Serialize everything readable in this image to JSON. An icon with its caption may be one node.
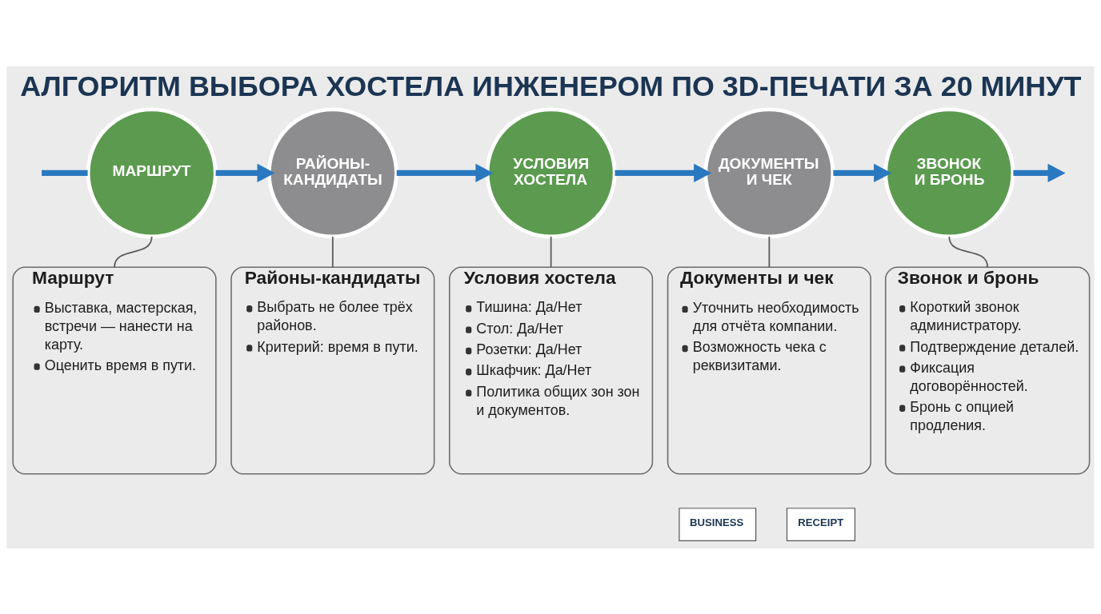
{
  "diagram": {
    "title": "АЛГОРИТМ ВЫБОРА ХОСТЕЛА ИНЖЕНЕРОМ ПО 3D-ПЕЧАТИ ЗА 20 МИНУТ",
    "nodes": [
      {
        "text": [
          "МАРШРУТ"
        ]
      },
      {
        "text": [
          "РАЙОНЫ-КАНДИДАТЫ"
        ]
      },
      {
        "text": [
          "УСЛОВИЯ ХОСТЕЛА"
        ]
      },
      {
        "text": [
          "ДОКУМЕНТЫ И ЧЕК"
        ]
      },
      {
        "text": [
          "ЗВОНОК И БРОНЬ"
        ]
      },
      {
        "text": [
          "Маршрут",
          "Выставка, мастерская, встречи — нанести на карту.",
          "Оценить время в пути."
        ]
      },
      {
        "text": [
          "Районы-кандидаты",
          "Выбрать не более трёх районов.",
          "Критерий: время в пути."
        ]
      },
      {
        "text": [
          "Условия хостела",
          "Тишина: Да/Нет",
          "Стол: Да/Нет",
          "Розетки: Да/Нет",
          "Шкафчик: Да/Нет",
          "Политика общих зон зон и документов."
        ]
      },
      {
        "text": [
          "Документы и чек",
          "Уточнить необходимость для отчёта компании.",
          "Возможность чека с реквизитами."
        ]
      },
      {
        "text": [
          "Звонок и бронь",
          "Короткий звонок администратору.",
          "Подтверждение деталей.",
          "Фиксация договорённостей.",
          "Бронь с опцией продления."
        ]
      }
    ],
    "edges": [
      {
        "from": null,
        "to": 0,
        "arrow": "none"
      },
      {
        "from": 0,
        "to": 1,
        "arrow": "to"
      },
      {
        "from": 1,
        "to": 2,
        "arrow": "to"
      },
      {
        "from": 2,
        "to": 3,
        "arrow": "to"
      },
      {
        "from": 3,
        "to": 4,
        "arrow": "to"
      },
      {
        "from": 4,
        "to": null,
        "arrow": "to"
      },
      {
        "from": 0,
        "to": 5,
        "arrow": "none",
        "color": "#5a5a5a"
      },
      {
        "from": 1,
        "to": 6,
        "arrow": "none",
        "color": "#5a5a5a"
      },
      {
        "from": 2,
        "to": 7,
        "arrow": "none",
        "color": "#5a5a5a"
      },
      {
        "from": 3,
        "to": 8,
        "arrow": "none",
        "color": "#5a5a5a"
      },
      {
        "from": 4,
        "to": 9,
        "arrow": "none",
        "color": "#5a5a5a"
      }
    ],
    "labels": [
      "BUSINESS",
      "RECEIPT"
    ]
  }
}
